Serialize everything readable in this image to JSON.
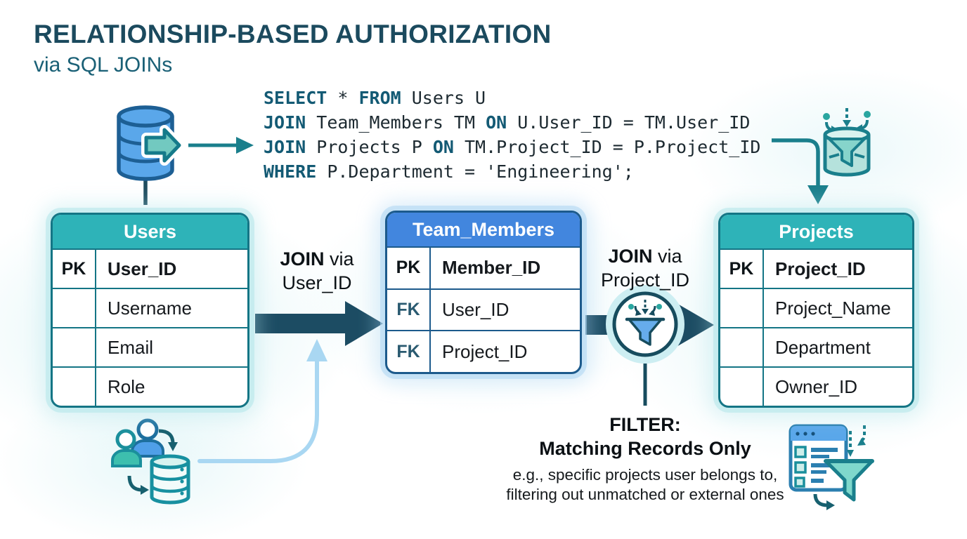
{
  "header": {
    "title": "RELATIONSHIP-BASED AUTHORIZATION",
    "subtitle": "via SQL JOINs"
  },
  "sql": {
    "lines": [
      [
        {
          "text": "SELECT",
          "kw": true
        },
        {
          "text": " * ",
          "kw": false
        },
        {
          "text": "FROM",
          "kw": true
        },
        {
          "text": " Users U",
          "kw": false
        }
      ],
      [
        {
          "text": "JOIN",
          "kw": true
        },
        {
          "text": " Team_Members TM ",
          "kw": false
        },
        {
          "text": "ON",
          "kw": true
        },
        {
          "text": " U.User_ID = TM.User_ID",
          "kw": false
        }
      ],
      [
        {
          "text": "JOIN",
          "kw": true
        },
        {
          "text": " Projects P ",
          "kw": false
        },
        {
          "text": "ON",
          "kw": true
        },
        {
          "text": " TM.Project_ID = P.Project_ID",
          "kw": false
        }
      ],
      [
        {
          "text": "WHERE",
          "kw": true
        },
        {
          "text": " P.Department = 'Engineering';",
          "kw": false
        }
      ]
    ]
  },
  "tables": [
    {
      "name": "Users",
      "theme": "teal",
      "rows": [
        {
          "key": "PK",
          "field": "User_ID",
          "bold": true
        },
        {
          "key": "",
          "field": "Username",
          "bold": false
        },
        {
          "key": "",
          "field": "Email",
          "bold": false
        },
        {
          "key": "",
          "field": "Role",
          "bold": false
        }
      ]
    },
    {
      "name": "Team_Members",
      "theme": "blue",
      "rows": [
        {
          "key": "PK",
          "field": "Member_ID",
          "bold": true
        },
        {
          "key": "FK",
          "field": "User_ID",
          "bold": false
        },
        {
          "key": "FK",
          "field": "Project_ID",
          "bold": false
        }
      ]
    },
    {
      "name": "Projects",
      "theme": "teal",
      "rows": [
        {
          "key": "PK",
          "field": "Project_ID",
          "bold": true
        },
        {
          "key": "",
          "field": "Project_Name",
          "bold": false
        },
        {
          "key": "",
          "field": "Department",
          "bold": false
        },
        {
          "key": "",
          "field": "Owner_ID",
          "bold": false
        }
      ]
    }
  ],
  "labels": {
    "join1": {
      "bold": "JOIN",
      "rest": " via",
      "line2": "User_ID"
    },
    "join2": {
      "bold": "JOIN",
      "rest": " via",
      "line2": "Project_ID"
    },
    "filter_title": "FILTER:",
    "filter_subtitle": "Matching Records Only",
    "filter_note1": "e.g., specific projects user belongs to,",
    "filter_note2": "filtering out unmatched or external ones"
  },
  "icons": {
    "top_left": "database-cylinder-icon",
    "top_right": "funnel-intake-icon",
    "middle": "join-filter-funnel-icon",
    "bottom_left": "users-database-icon",
    "bottom_right": "filtered-records-icon"
  },
  "colors": {
    "teal_header": "#2eb3b8",
    "blue_header": "#4286de",
    "teal_border": "#147585",
    "blue_border": "#1c5a8c",
    "dark_arrow": "#1c4c63",
    "teal_line": "#1a7f8c",
    "light_blue_arrow": "#a9d7f2",
    "title": "#1b4a5e",
    "subtitle": "#1a6076",
    "sql_keyword": "#135a74",
    "sql_text": "#1d2a31"
  }
}
